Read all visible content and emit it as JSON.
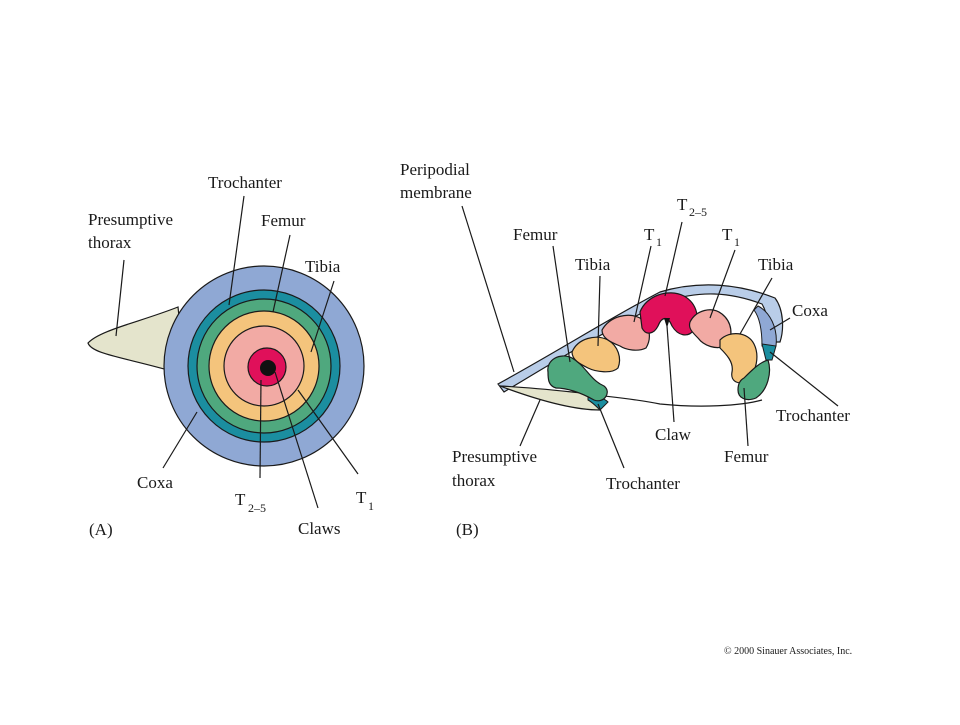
{
  "panel_a": {
    "tag": "(A)",
    "labels": {
      "presumptive_thorax_1": "Presumptive",
      "presumptive_thorax_2": "thorax",
      "trochanter": "Trochanter",
      "femur": "Femur",
      "tibia": "Tibia",
      "coxa": "Coxa",
      "t25_main": "T",
      "t25_sub": "2–5",
      "claws": "Claws",
      "t1_main": "T",
      "t1_sub": "1"
    }
  },
  "panel_b": {
    "tag": "(B)",
    "labels": {
      "peripodial_1": "Peripodial",
      "peripodial_2": "membrane",
      "femur_top": "Femur",
      "tibia_left": "Tibia",
      "t1_left_main": "T",
      "t1_left_sub": "1",
      "t25_main": "T",
      "t25_sub": "2–5",
      "t1_right_main": "T",
      "t1_right_sub": "1",
      "tibia_right": "Tibia",
      "coxa": "Coxa",
      "trochanter_right": "Trochanter",
      "femur_bottom": "Femur",
      "claw": "Claw",
      "trochanter_bottom": "Trochanter",
      "presumptive_thorax_1": "Presumptive",
      "presumptive_thorax_2": "thorax"
    }
  },
  "copyright": "© 2000 Sinauer Associates, Inc.",
  "colors": {
    "thorax": "#e4e4cc",
    "coxa": "#8fa8d4",
    "trochanter": "#1b8ea0",
    "femur": "#4fa87e",
    "tibia": "#f4c47c",
    "t1": "#f2aaa4",
    "t25": "#e0105a",
    "claw": "#111111",
    "membrane": "#b9cde8",
    "stroke": "#1a1a1a"
  }
}
